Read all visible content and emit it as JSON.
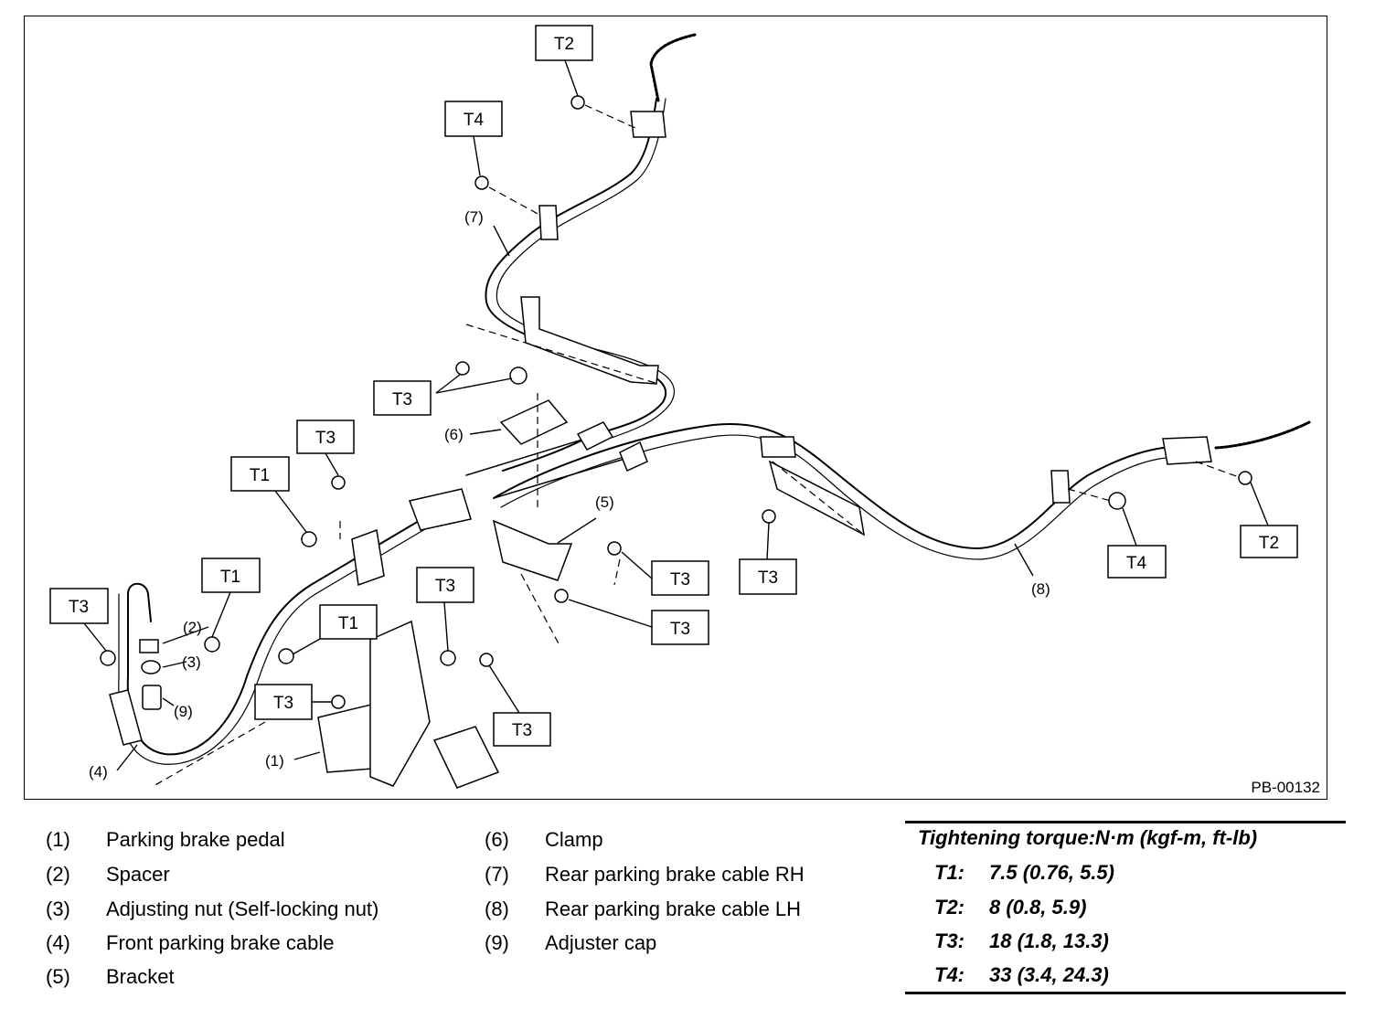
{
  "figure_id": "PB-00132",
  "torque_boxes": [
    {
      "id": "b-t2-top",
      "label": "T2"
    },
    {
      "id": "b-t4-top",
      "label": "T4"
    },
    {
      "id": "b-t3-clamp",
      "label": "T3"
    },
    {
      "id": "b-t3-mid",
      "label": "T3"
    },
    {
      "id": "b-t1-left",
      "label": "T1"
    },
    {
      "id": "b-t1-mid",
      "label": "T1"
    },
    {
      "id": "b-t1-low",
      "label": "T1"
    },
    {
      "id": "b-t3-far",
      "label": "T3"
    },
    {
      "id": "b-t3-pedal",
      "label": "T3"
    },
    {
      "id": "b-t3-pedal2",
      "label": "T3"
    },
    {
      "id": "b-t3-spacer",
      "label": "T3"
    },
    {
      "id": "b-t3-br1",
      "label": "T3"
    },
    {
      "id": "b-t3-br2",
      "label": "T3"
    },
    {
      "id": "b-t3-lh",
      "label": "T3"
    },
    {
      "id": "b-t4-lh",
      "label": "T4"
    },
    {
      "id": "b-t2-lh",
      "label": "T2"
    }
  ],
  "callouts": [
    {
      "id": "c7",
      "label": "(7)"
    },
    {
      "id": "c6",
      "label": "(6)"
    },
    {
      "id": "c5",
      "label": "(5)"
    },
    {
      "id": "c2",
      "label": "(2)"
    },
    {
      "id": "c3",
      "label": "(3)"
    },
    {
      "id": "c9",
      "label": "(9)"
    },
    {
      "id": "c4",
      "label": "(4)"
    },
    {
      "id": "c1",
      "label": "(1)"
    },
    {
      "id": "c8",
      "label": "(8)"
    }
  ],
  "legend": [
    {
      "num": "(1)",
      "label": "Parking brake pedal"
    },
    {
      "num": "(2)",
      "label": "Spacer"
    },
    {
      "num": "(3)",
      "label": "Adjusting nut (Self-locking nut)"
    },
    {
      "num": "(4)",
      "label": "Front parking brake cable"
    },
    {
      "num": "(5)",
      "label": "Bracket"
    },
    {
      "num": "(6)",
      "label": "Clamp"
    },
    {
      "num": "(7)",
      "label": "Rear parking brake cable RH"
    },
    {
      "num": "(8)",
      "label": "Rear parking brake cable LH"
    },
    {
      "num": "(9)",
      "label": "Adjuster cap"
    }
  ],
  "torque_table": {
    "heading": "Tightening torque:N·m (kgf-m, ft-lb)",
    "rows": [
      {
        "code": "T1:",
        "value": "7.5 (0.76, 5.5)"
      },
      {
        "code": "T2:",
        "value": "8 (0.8, 5.9)"
      },
      {
        "code": "T3:",
        "value": "18 (1.8, 13.3)"
      },
      {
        "code": "T4:",
        "value": "33 (3.4, 24.3)"
      }
    ]
  }
}
